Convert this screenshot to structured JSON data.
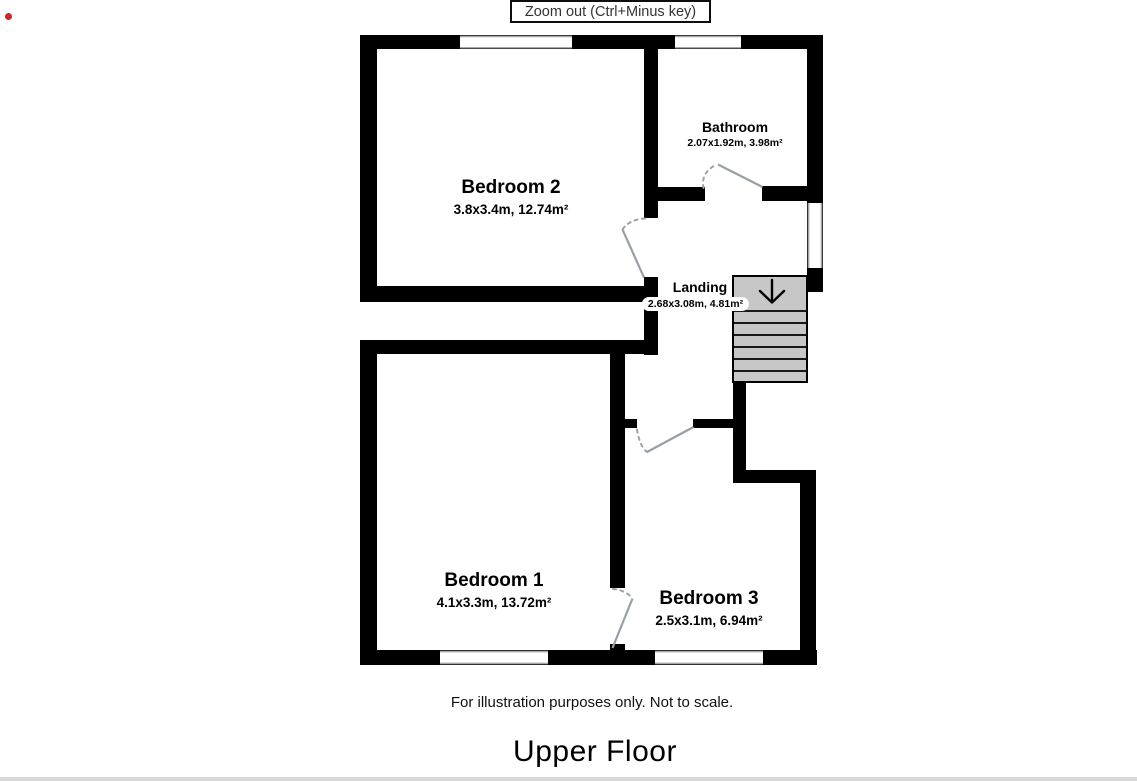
{
  "tooltip": {
    "text": "Zoom out (Ctrl+Minus key)"
  },
  "plan": {
    "title": "Upper Floor",
    "disclaimer": "For illustration purposes only. Not to scale.",
    "rooms": {
      "bedroom2": {
        "name": "Bedroom 2",
        "dims": "3.8x3.4m, 12.74m²"
      },
      "bathroom": {
        "name": "Bathroom",
        "dims": "2.07x1.92m, 3.98m²"
      },
      "landing": {
        "name": "Landing",
        "dims": "2.68x3.08m, 4.81m²"
      },
      "bedroom1": {
        "name": "Bedroom 1",
        "dims": "4.1x3.3m, 13.72m²"
      },
      "bedroom3": {
        "name": "Bedroom 3",
        "dims": "2.5x3.1m, 6.94m²"
      }
    },
    "stairs": {
      "direction": "down"
    }
  },
  "colors": {
    "wall": "#000000",
    "stairs_fill": "#c7c7c7",
    "door": "#98a0a6",
    "window_line": "#a6a6a6",
    "cursor_dot": "#c62828"
  }
}
